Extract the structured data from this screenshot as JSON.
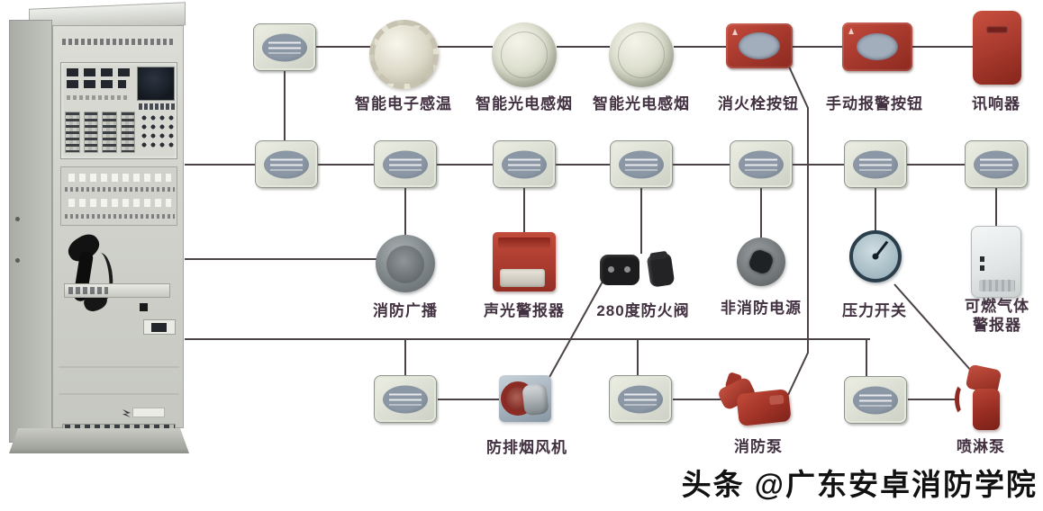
{
  "watermark": {
    "text": "头条 @广东安卓消防学院"
  },
  "labels": {
    "row1": [
      "智能电子感温",
      "智能光电感烟",
      "智能光电感烟",
      "消火栓按钮",
      "手动报警按钮",
      "讯响器"
    ],
    "row3": [
      "消防广播",
      "声光警报器",
      "280度防火阀",
      "非消防电源",
      "压力开关",
      "可燃气体警报器"
    ],
    "row4": [
      "防排烟风机",
      "消防泵",
      "喷淋泵"
    ]
  },
  "colors": {
    "background": "#ffffff",
    "wire": "#4b4347",
    "label_text": "#423140",
    "device_red": "#a93a2e",
    "module_body": "#dde1d5",
    "module_face": "#7e8b99",
    "watermark_text": "#111111"
  }
}
